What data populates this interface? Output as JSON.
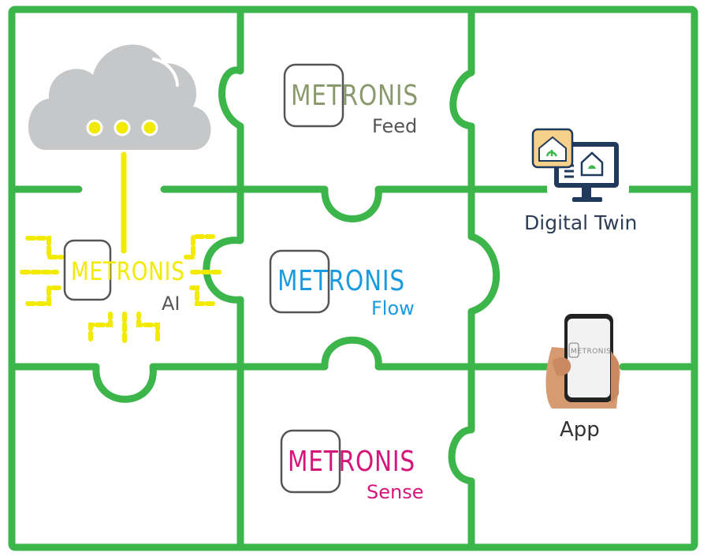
{
  "colors": {
    "grid": "#3cb54a",
    "feed": "#8a9a6e",
    "flow": "#1a9be0",
    "sense": "#d6157b",
    "ai": "#f2ea00",
    "dark_label": "#2d3e56",
    "gray_label": "#555555",
    "cloud": "#c6c7c8"
  },
  "pieces": {
    "feed": {
      "brand": "METRONIS",
      "sub": "Feed"
    },
    "flow": {
      "brand": "METRONIS",
      "sub": "Flow"
    },
    "sense": {
      "brand": "METRONIS",
      "sub": "Sense"
    },
    "ai": {
      "brand": "METRONIS",
      "sub": "AI"
    }
  },
  "digital_twin": {
    "label": "Digital Twin",
    "icon": "monitor-house-icon"
  },
  "app": {
    "label": "App",
    "screen_text": "METRONIS",
    "icon": "phone-in-hand-icon"
  },
  "cloud": {
    "icon": "cloud-icon"
  }
}
